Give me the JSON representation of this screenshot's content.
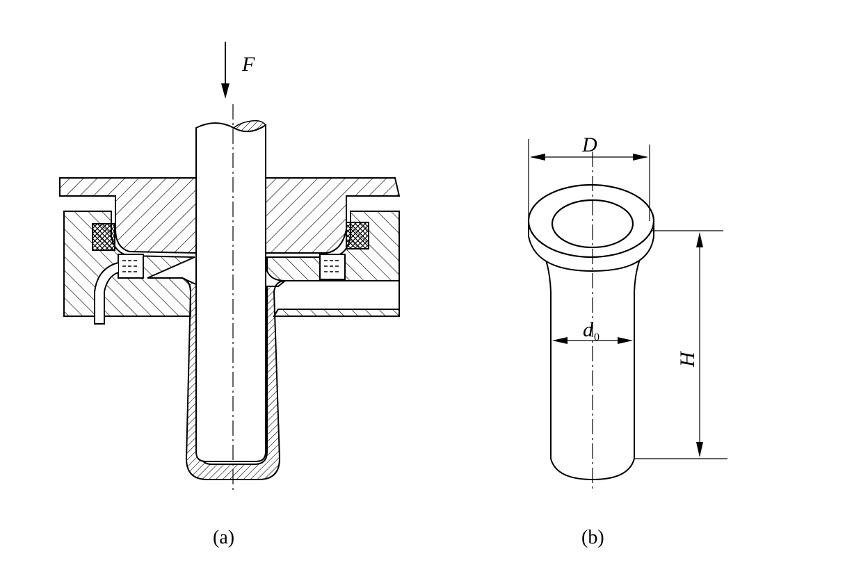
{
  "figure_a": {
    "force_label": "F",
    "caption": "(a)"
  },
  "figure_b": {
    "dim_outer_diameter": "D",
    "dim_inner_diameter_main": "d",
    "dim_inner_diameter_sub": "0",
    "dim_height": "H",
    "caption": "(b)"
  }
}
